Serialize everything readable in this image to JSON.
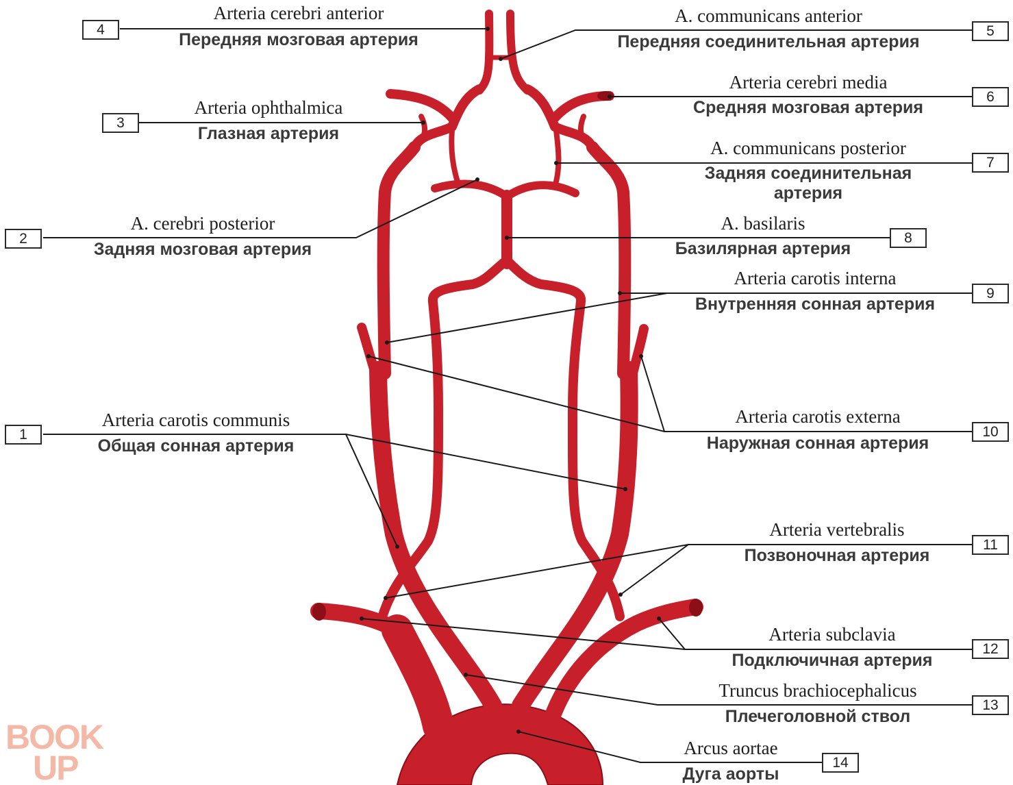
{
  "labels": [
    {
      "id": 1,
      "latin": "Arteria carotis communis",
      "russian": "Общая сонная артерия"
    },
    {
      "id": 2,
      "latin": "A. cerebri posterior",
      "russian": "Задняя мозговая артерия"
    },
    {
      "id": 3,
      "latin": "Arteria ophthalmica",
      "russian": "Глазная артерия"
    },
    {
      "id": 4,
      "latin": "Arteria cerebri anterior",
      "russian": "Передняя мозговая артерия"
    },
    {
      "id": 5,
      "latin": "A. communicans anterior",
      "russian": "Передняя соединительная артерия"
    },
    {
      "id": 6,
      "latin": "Arteria cerebri media",
      "russian": "Средняя мозговая артерия"
    },
    {
      "id": 7,
      "latin": "A. communicans posterior",
      "russian": "Задняя соединительная",
      "russian_line2": "артерия"
    },
    {
      "id": 8,
      "latin": "A. basilaris",
      "russian": "Базилярная артерия"
    },
    {
      "id": 9,
      "latin": "Arteria carotis interna",
      "russian": "Внутренняя сонная артерия"
    },
    {
      "id": 10,
      "latin": "Arteria carotis externa",
      "russian": "Наружная сонная артерия"
    },
    {
      "id": 11,
      "latin": "Arteria vertebralis",
      "russian": "Позвоночная артерия"
    },
    {
      "id": 12,
      "latin": "Arteria subclavia",
      "russian": "Подключичная артерия"
    },
    {
      "id": 13,
      "latin": "Truncus brachiocephalicus",
      "russian": "Плечеголовной ствол"
    },
    {
      "id": 14,
      "latin": "Arcus aortae",
      "russian": "Дуга аорты"
    }
  ],
  "watermark": {
    "line1": "BOOK",
    "line2": "UP"
  },
  "colors": {
    "artery": "#c8202a",
    "artery_dark": "#8c0f18",
    "artery_light": "#e0454c",
    "leader_line": "#1a1a1a",
    "watermark": "#f4b9a6"
  }
}
